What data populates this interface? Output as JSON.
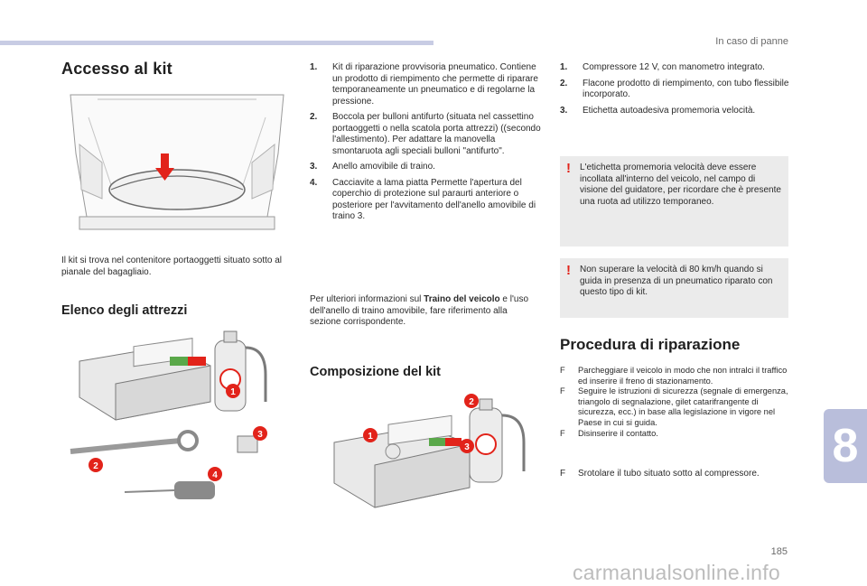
{
  "header": {
    "section": "In caso di panne"
  },
  "access": {
    "title": "Accesso al kit",
    "caption": "Il kit si trova nel contenitore portaoggetti situato sotto al pianale del bagagliaio."
  },
  "tools": {
    "title": "Elenco degli attrezzi",
    "items": [
      {
        "num": "1.",
        "text": "Kit di riparazione provvisoria pneumatico. Contiene un prodotto di riempimento che permette di riparare temporaneamente un pneumatico e di regolarne la pressione."
      },
      {
        "num": "2.",
        "text": "Boccola per bulloni antifurto (situata nel cassettino portaoggetti o nella scatola porta attrezzi) ((secondo l'allestimento). Per adattare la manovella smontaruota agli speciali bulloni \"antifurto\"."
      },
      {
        "num": "3.",
        "text": "Anello amovibile di traino."
      },
      {
        "num": "4.",
        "text": "Cacciavite a lama piatta Permette l'apertura del coperchio di protezione sul paraurti anteriore o posteriore per l'avvitamento dell'anello amovibile di traino 3."
      }
    ],
    "more_pre": "Per ulteriori informazioni sul ",
    "more_bold": "Traino del veicolo",
    "more_post": " e l'uso dell'anello di traino amovibile, fare riferimento alla sezione corrispondente.",
    "callouts": [
      "1",
      "2",
      "3",
      "4"
    ]
  },
  "composition": {
    "title": "Composizione del kit",
    "items": [
      {
        "num": "1.",
        "text": "Compressore 12 V, con manometro integrato."
      },
      {
        "num": "2.",
        "text": "Flacone prodotto di riempimento, con tubo flessibile incorporato."
      },
      {
        "num": "3.",
        "text": "Etichetta autoadesiva promemoria velocità."
      }
    ],
    "callouts": [
      "1",
      "2",
      "3"
    ]
  },
  "warnings": [
    {
      "symbol": "!",
      "text": "L'etichetta promemoria velocità deve essere incollata all'interno del veicolo, nel campo di visione del guidatore, per ricordare che è presente una ruota ad utilizzo temporaneo."
    },
    {
      "symbol": "!",
      "text": "Non superare la velocità di 80 km/h quando si guida in presenza di un pneumatico riparato con questo tipo di kit."
    }
  ],
  "procedure": {
    "title": "Procedura di riparazione",
    "steps": [
      "Parcheggiare il veicolo in modo che non intralci il traffico ed inserire il freno di stazionamento.",
      "Seguire le istruzioni di sicurezza (segnale di emergenza, triangolo di segnalazione, gilet catarifrangente di sicurezza, ecc.) in base alla legislazione in vigore nel Paese in cui si guida.",
      "Disinserire il contatto."
    ],
    "step_unroll": "Srotolare il tubo situato sotto al compressore.",
    "checkbox_glyph": "F"
  },
  "chapter": "8",
  "page_number": "185",
  "watermark": "carmanualsonline.info",
  "colors": {
    "accent": "#e2231a",
    "tab": "#b9bedb",
    "bar": "#c8cce4",
    "box": "#ebebeb"
  }
}
